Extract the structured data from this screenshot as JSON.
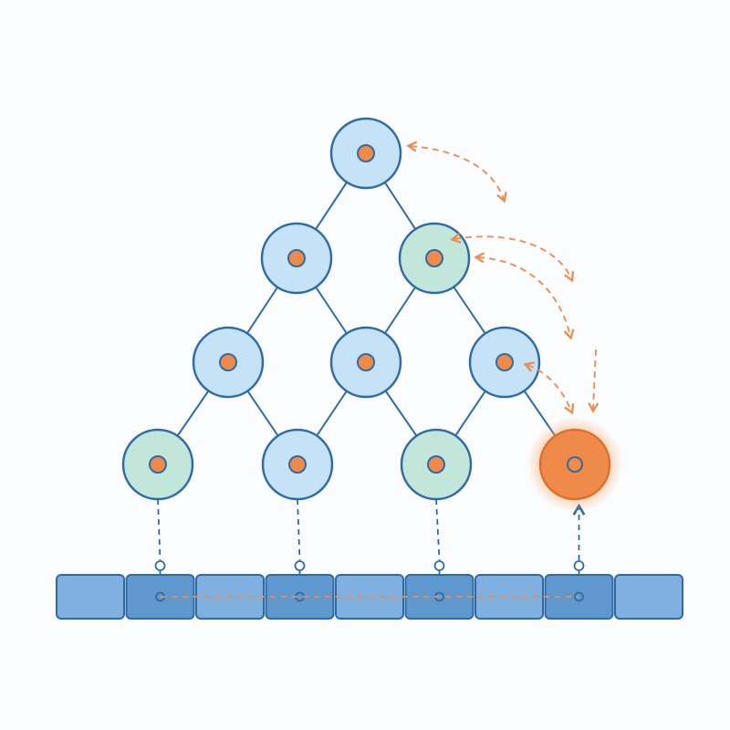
{
  "colors": {
    "background": "#fbfcfd",
    "node_blue": "#c6e2f6",
    "node_green": "#c2e6da",
    "node_orange": "#f08a4b",
    "node_outline": "#2f6ca6",
    "core_dot": "#f08a4b",
    "edge": "#2f6ca6",
    "arrow": "#f08a4b",
    "cell_light": "#7fb0df",
    "cell_dark": "#5f98cf",
    "cell_outline": "#2e6aa5",
    "glow": "#f6a96f"
  },
  "tree": {
    "nodes": [
      {
        "id": "root",
        "level": 0,
        "fill": "blue"
      },
      {
        "id": "l1-a",
        "level": 1,
        "fill": "blue"
      },
      {
        "id": "l1-b",
        "level": 1,
        "fill": "green"
      },
      {
        "id": "l2-a",
        "level": 2,
        "fill": "blue"
      },
      {
        "id": "l2-b",
        "level": 2,
        "fill": "blue"
      },
      {
        "id": "l2-c",
        "level": 2,
        "fill": "blue"
      },
      {
        "id": "l3-a",
        "level": 3,
        "fill": "green"
      },
      {
        "id": "l3-b",
        "level": 3,
        "fill": "blue"
      },
      {
        "id": "l3-c",
        "level": 3,
        "fill": "green"
      },
      {
        "id": "l3-d",
        "level": 3,
        "fill": "orange",
        "highlight": true
      }
    ],
    "edges": [
      [
        "root",
        "l1-a"
      ],
      [
        "root",
        "l1-b"
      ],
      [
        "l1-a",
        "l2-a"
      ],
      [
        "l1-a",
        "l2-b"
      ],
      [
        "l1-b",
        "l2-b"
      ],
      [
        "l1-b",
        "l2-c"
      ],
      [
        "l2-a",
        "l3-a"
      ],
      [
        "l2-a",
        "l3-b"
      ],
      [
        "l2-b",
        "l3-b"
      ],
      [
        "l2-b",
        "l3-c"
      ],
      [
        "l2-c",
        "l3-c"
      ],
      [
        "l2-c",
        "l3-d"
      ]
    ]
  },
  "array": {
    "cells": [
      {
        "index": 0,
        "shade": "light",
        "linked": false
      },
      {
        "index": 1,
        "shade": "dark",
        "linked": true
      },
      {
        "index": 2,
        "shade": "light",
        "linked": false
      },
      {
        "index": 3,
        "shade": "dark",
        "linked": true
      },
      {
        "index": 4,
        "shade": "light",
        "linked": false
      },
      {
        "index": 5,
        "shade": "dark",
        "linked": true
      },
      {
        "index": 6,
        "shade": "light",
        "linked": false
      },
      {
        "index": 7,
        "shade": "dark",
        "linked": true
      },
      {
        "index": 8,
        "shade": "light",
        "linked": false
      }
    ]
  },
  "links": [
    {
      "node": "l3-a",
      "cell": 1
    },
    {
      "node": "l3-b",
      "cell": 3
    },
    {
      "node": "l3-c",
      "cell": 5
    },
    {
      "node": "l3-d",
      "cell": 7,
      "arrow_up": true
    }
  ],
  "arcs": [
    {
      "from": "root",
      "to": "l1-b",
      "style": "dashed-double-arrow"
    },
    {
      "from": "l1-b",
      "to": "l2-c",
      "style": "dashed-double-arrow"
    },
    {
      "from": "l1-b",
      "to": "l3-d",
      "style": "dashed-double-arrow"
    },
    {
      "from": "l2-c",
      "to": "l3-d",
      "style": "dashed-double-arrow"
    },
    {
      "from": "l1-b",
      "to": "l3-d",
      "style": "dashed-arrow-down"
    }
  ],
  "icons": {
    "node_core": "circle-dot-icon",
    "arrow_head": "arrow-head-icon"
  }
}
